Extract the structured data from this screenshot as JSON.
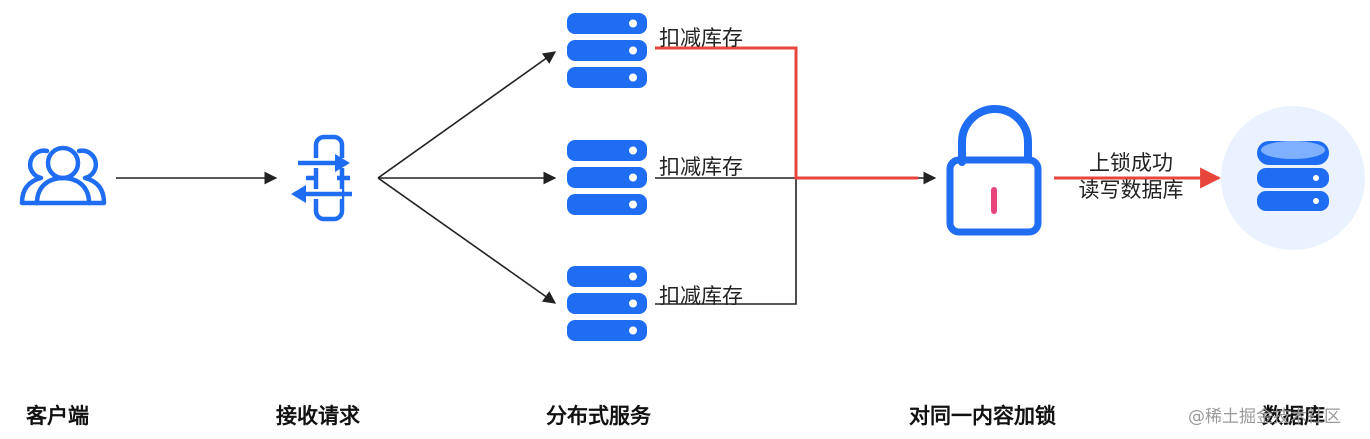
{
  "nodes": {
    "client": "客户端",
    "gateway": "接收请求",
    "services": "分布式服务",
    "lock": "对同一内容加锁",
    "database": "数据库"
  },
  "edges": {
    "deduct_stock": [
      "扣减库存",
      "扣减库存",
      "扣减库存"
    ],
    "lock_success_line1": "上锁成功",
    "lock_success_line2": "读写数据库"
  },
  "watermark": "@稀土掘金技术社区",
  "colors": {
    "primary_blue": "#1f6df3",
    "highlight_red": "#e8453c",
    "db_circle": "#eaf2ff",
    "lock_keyhole": "#e8457a"
  },
  "icons": [
    "users-icon",
    "gateway-icon",
    "server-icon",
    "lock-icon",
    "database-icon"
  ]
}
